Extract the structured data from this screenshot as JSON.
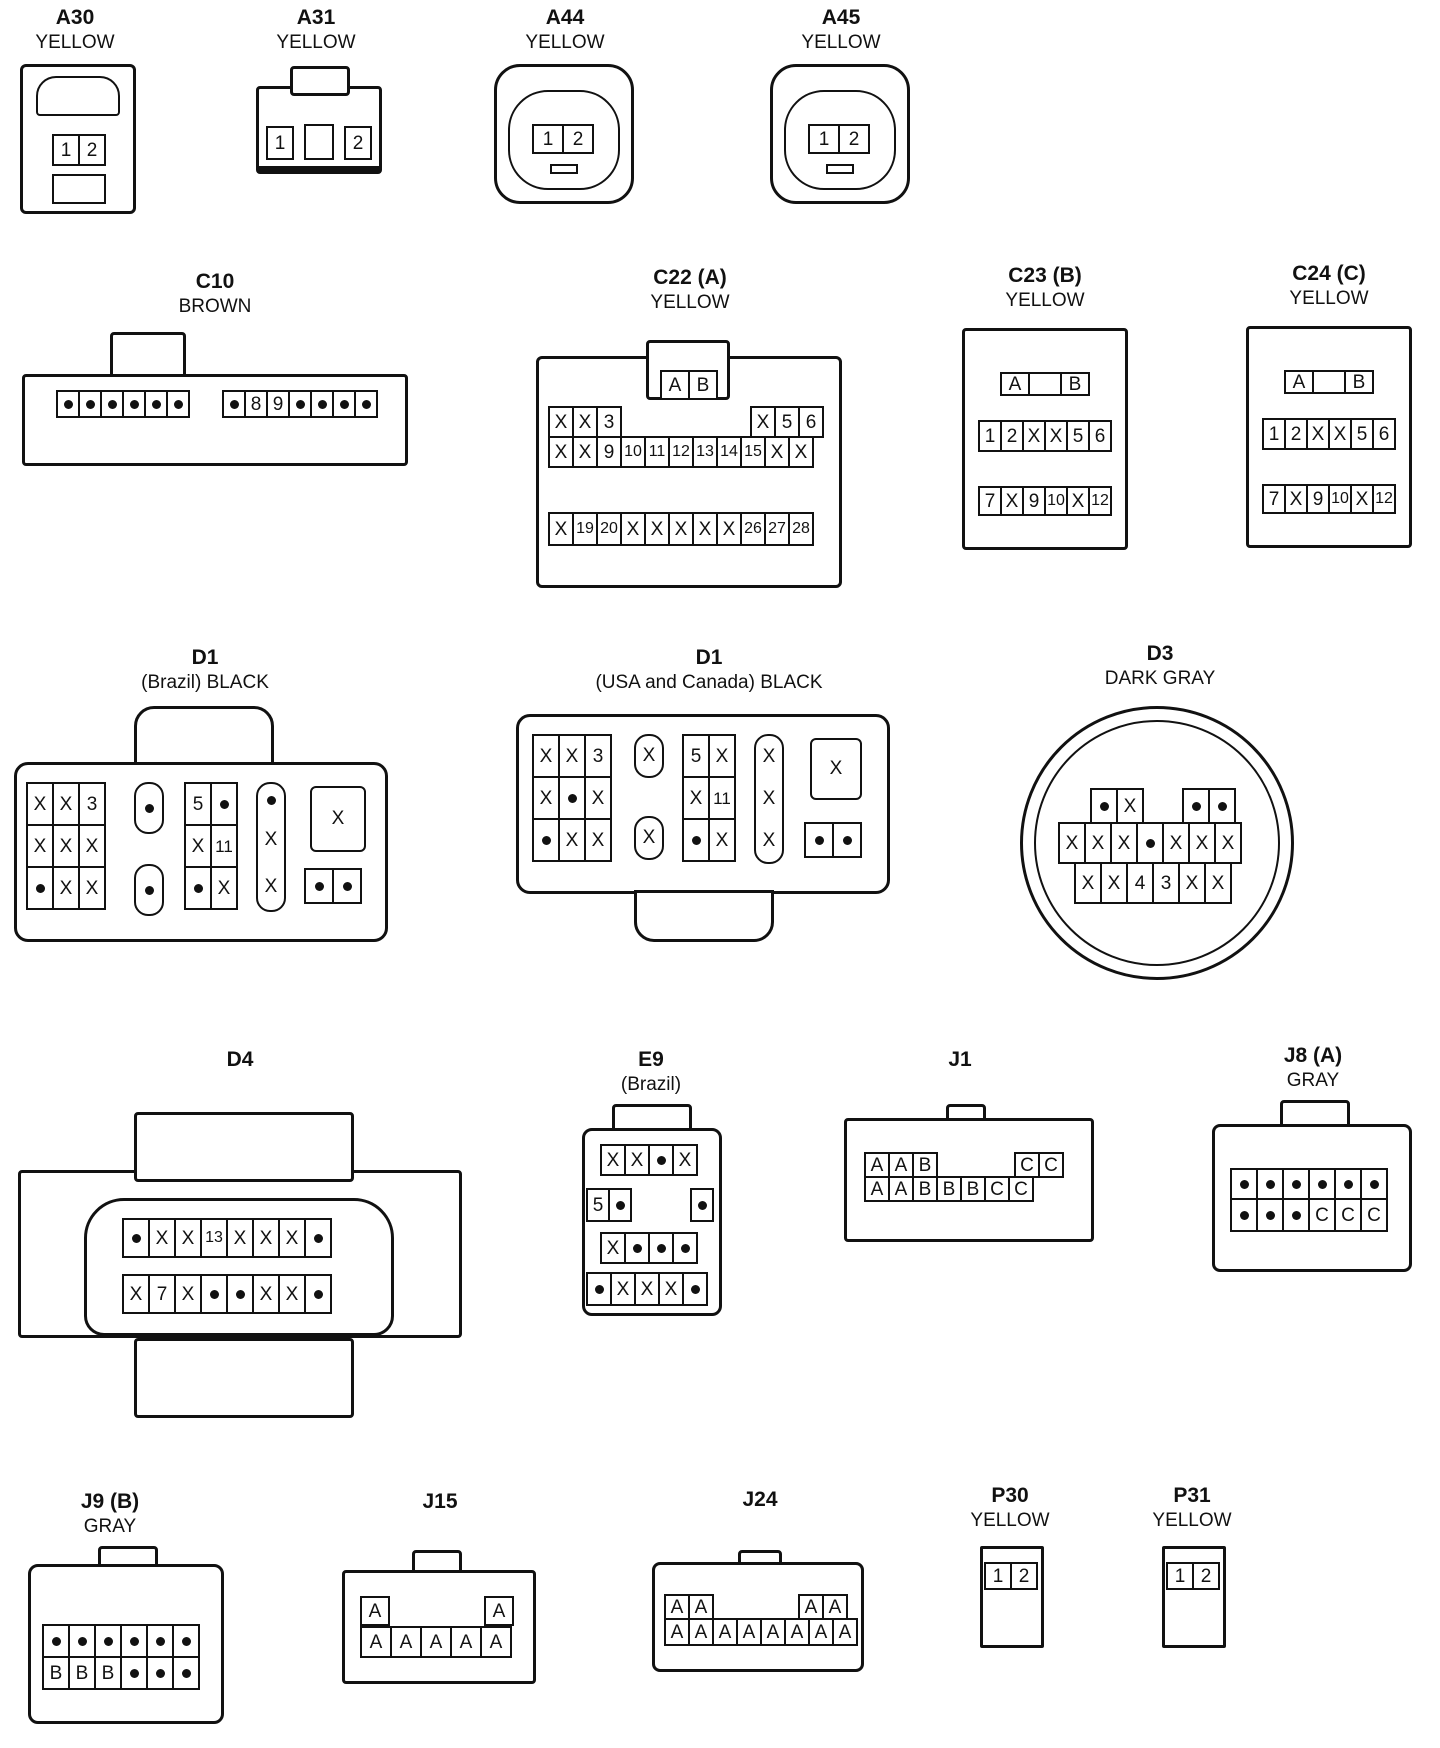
{
  "connectors": {
    "A30": {
      "title": "A30",
      "color": "YELLOW",
      "rows": [
        [
          "1",
          "2"
        ]
      ]
    },
    "A31": {
      "title": "A31",
      "color": "YELLOW",
      "pins": [
        "1",
        "2"
      ]
    },
    "A44": {
      "title": "A44",
      "color": "YELLOW",
      "rows": [
        [
          "1",
          "2"
        ]
      ]
    },
    "A45": {
      "title": "A45",
      "color": "YELLOW",
      "rows": [
        [
          "1",
          "2"
        ]
      ]
    },
    "C10": {
      "title": "C10",
      "color": "BROWN",
      "rows": [
        [
          "•",
          "•",
          "•",
          "•",
          "•",
          "•"
        ],
        [
          "•",
          "8",
          "9",
          "•",
          "•",
          "•",
          "•"
        ]
      ]
    },
    "C22": {
      "title": "C22 (A)",
      "color": "YELLOW",
      "key": [
        "A",
        "B"
      ],
      "rows": [
        [
          "X",
          "X",
          "3"
        ],
        [
          "X",
          "5",
          "6"
        ],
        [
          "X",
          "X",
          "9",
          "10",
          "11",
          "12",
          "13",
          "14",
          "15",
          "X",
          "X"
        ],
        [
          "X",
          "19",
          "20",
          "X",
          "X",
          "X",
          "X",
          "X",
          "26",
          "27",
          "28"
        ]
      ]
    },
    "C23": {
      "title": "C23 (B)",
      "color": "YELLOW",
      "key": [
        "A",
        "B"
      ],
      "rows": [
        [
          "1",
          "2",
          "X",
          "X",
          "5",
          "6"
        ],
        [
          "7",
          "X",
          "9",
          "10",
          "X",
          "12"
        ]
      ]
    },
    "C24": {
      "title": "C24 (C)",
      "color": "YELLOW",
      "key": [
        "A",
        "B"
      ],
      "rows": [
        [
          "1",
          "2",
          "X",
          "X",
          "5",
          "6"
        ],
        [
          "7",
          "X",
          "9",
          "10",
          "X",
          "12"
        ]
      ]
    },
    "D1B": {
      "title": "D1",
      "sub": "(Brazil)  BLACK",
      "grid": [
        [
          "X",
          "X",
          "3"
        ],
        [
          "X",
          "X",
          "X"
        ],
        [
          "•",
          "X",
          "X"
        ]
      ],
      "col2": [
        [
          "5",
          "•"
        ],
        [
          "X",
          "11"
        ],
        [
          "•",
          "X"
        ]
      ],
      "col3": [
        "•",
        "X",
        "X"
      ],
      "key": "X",
      "pair": [
        "•",
        "•"
      ]
    },
    "D1U": {
      "title": "D1",
      "sub": "(USA and Canada)  BLACK",
      "grid": [
        [
          "X",
          "X",
          "3"
        ],
        [
          "X",
          "•",
          "X"
        ],
        [
          "•",
          "X",
          "X"
        ]
      ],
      "single": [
        "X",
        "X"
      ],
      "col2": [
        [
          "5",
          "X"
        ],
        [
          "X",
          "11"
        ],
        [
          "•",
          "X"
        ]
      ],
      "col3": [
        "X",
        "X",
        "X"
      ],
      "key": "X",
      "pair": [
        "•",
        "•"
      ]
    },
    "D3": {
      "title": "D3",
      "color": "DARK GRAY",
      "top": [
        [
          "•",
          "X"
        ],
        [
          "•",
          "•"
        ]
      ],
      "mid": [
        "X",
        "X",
        "X",
        "•",
        "X",
        "X",
        "X"
      ],
      "bot": [
        "X",
        "X",
        "4",
        "3",
        "X",
        "X"
      ]
    },
    "D4": {
      "title": "D4",
      "rows": [
        [
          "•",
          "X",
          "X",
          "13",
          "X",
          "X",
          "X",
          "•"
        ],
        [
          "X",
          "7",
          "X",
          "•",
          "•",
          "X",
          "X",
          "•"
        ]
      ]
    },
    "E9": {
      "title": "E9",
      "sub": "(Brazil)",
      "rows": [
        [
          "X",
          "X",
          "•",
          "X"
        ],
        [
          "5",
          "•",
          "",
          "•"
        ],
        [
          "X",
          "•",
          "•",
          "•"
        ],
        [
          "•",
          "X",
          "X",
          "X",
          "•"
        ]
      ]
    },
    "J1": {
      "title": "J1",
      "rows": [
        [
          "A",
          "A",
          "B"
        ],
        [
          "C",
          "C"
        ],
        [
          "A",
          "A",
          "B",
          "B",
          "B",
          "C",
          "C"
        ]
      ]
    },
    "J8": {
      "title": "J8 (A)",
      "color": "GRAY",
      "rows": [
        [
          "•",
          "•",
          "•",
          "•",
          "•",
          "•"
        ],
        [
          "•",
          "•",
          "•",
          "C",
          "C",
          "C"
        ]
      ]
    },
    "J9": {
      "title": "J9 (B)",
      "color": "GRAY",
      "rows": [
        [
          "•",
          "•",
          "•",
          "•",
          "•",
          "•"
        ],
        [
          "B",
          "B",
          "B",
          "•",
          "•",
          "•"
        ]
      ]
    },
    "J15": {
      "title": "J15",
      "rows": [
        [
          "A"
        ],
        [
          "A"
        ],
        [
          "A",
          "A",
          "A",
          "A",
          "A"
        ]
      ]
    },
    "J24": {
      "title": "J24",
      "rows": [
        [
          "A",
          "A"
        ],
        [
          "A",
          "A"
        ],
        [
          "A",
          "A",
          "A",
          "A",
          "A",
          "A",
          "A",
          "A"
        ]
      ]
    },
    "P30": {
      "title": "P30",
      "color": "YELLOW",
      "rows": [
        [
          "1",
          "2"
        ]
      ]
    },
    "P31": {
      "title": "P31",
      "color": "YELLOW",
      "rows": [
        [
          "1",
          "2"
        ]
      ]
    }
  }
}
